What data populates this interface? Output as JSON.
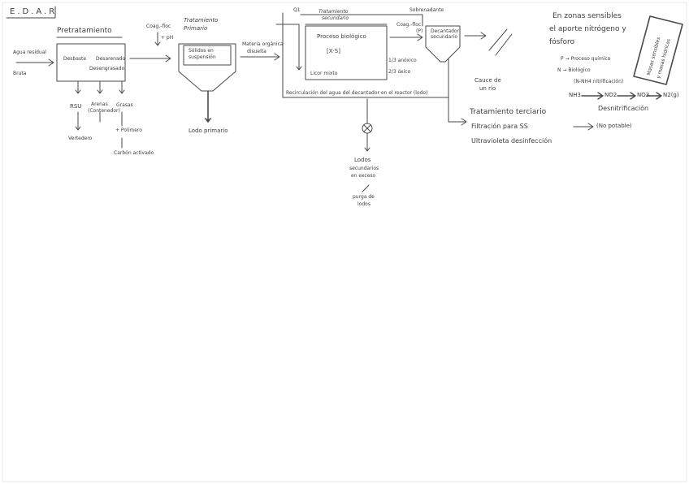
{
  "header": {
    "title": "E.D.A.R"
  },
  "inputs": {
    "water": "Agua residual",
    "label_bruta": "Bruta"
  },
  "pretreatment": {
    "title": "Pretratamiento",
    "desbaste": "Desbaste",
    "desarenado": "Desarenado",
    "desengrasado": "Desengrasado",
    "out_rsu": "RSU",
    "out_arenas": "Arenas",
    "out_arenas_sub": "(Contenedor)",
    "out_grasas": "Grasas",
    "vertedero": "Vertedero",
    "polimero": "+ Polímero",
    "carbon": "Carbón activado",
    "coag_label": "Coag.-floc",
    "coag_sub": "+ pH"
  },
  "primary": {
    "title_1": "Tratamiento",
    "title_2": "Primario",
    "solidos_1": "Sólidos en",
    "solidos_2": "suspensión",
    "lodo": "Lodo primario"
  },
  "between": {
    "line1": "Materia orgánica",
    "line2": "disuelta"
  },
  "secondary": {
    "q_label": "Q1",
    "title_1": "Tratamiento",
    "title_2": "secundario",
    "proceso": "Proceso biológico",
    "formula": "[X·S]",
    "licor": "Licor mixto",
    "half_anoxico": "1/3 anóxico",
    "two_thirds_oxico": "2/3 óxico",
    "coag": "Coag.-floc",
    "coag_sub": "(P)",
    "sobrenadante": "Sobrenadante",
    "decantador_1": "Decantador",
    "decantador_2": "secundario",
    "recirculacion": "Recirculación del agua del decantador en el reactor (lodo)",
    "cauce_1": "Cauce de",
    "cauce_2": "un río",
    "lodos_1": "Lodos",
    "lodos_2": "secundarios",
    "lodos_3": "en exceso",
    "purga_1": "purga de",
    "purga_2": "lodos"
  },
  "tertiary": {
    "title": "Tratamiento terciario",
    "line1": "Filtración para SS",
    "line2": "Ultravioleta desinfección",
    "potable": "(No potable)"
  },
  "notes": {
    "line1": "En zonas sensibles",
    "line2": "el aporte nitrógeno y",
    "line3": "fósforo",
    "line4": "P → Proceso químico",
    "line5": "N → Biológico",
    "line6": "(N-NH4 nitrificación)",
    "chain_nh3": "NH3",
    "chain_no2": "NO2",
    "chain_no3": "NO3",
    "chain_n2": "N2(g)",
    "nitrif_label": "Desnitrificación",
    "box_text_1": "Masas sensibles",
    "box_text_2": "y masas hídricas"
  }
}
